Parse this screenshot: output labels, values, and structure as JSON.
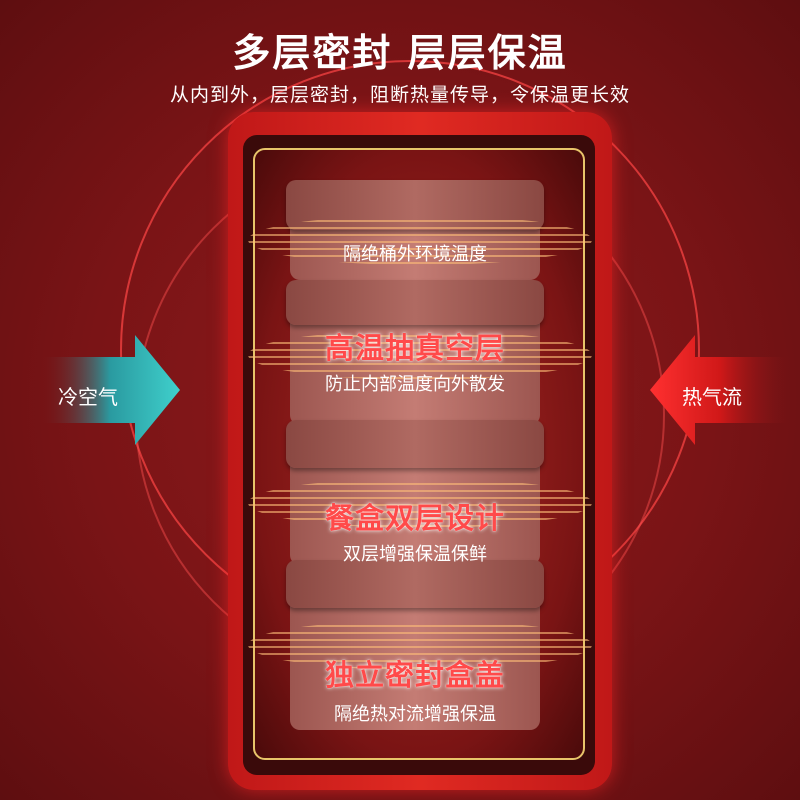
{
  "header": {
    "title": "多层密封 层层保温",
    "subtitle": "从内到外，层层密封，阻断热量传导，令保温更长效"
  },
  "layers": [
    {
      "title": "",
      "caption": "隔绝桶外环境温度"
    },
    {
      "title": "高温抽真空层",
      "caption": "防止内部温度向外散发"
    },
    {
      "title": "餐盒双层设计",
      "caption": "双层增强保温保鲜"
    },
    {
      "title": "独立密封盒盖",
      "caption": "隔绝热对流增强保温"
    }
  ],
  "arrows": {
    "left": "冷空气",
    "right": "热气流"
  },
  "colors": {
    "background": "#7a1416",
    "accent_red": "#e02a22",
    "cold": "#2fb6b8",
    "gold": "#e8c46a"
  }
}
